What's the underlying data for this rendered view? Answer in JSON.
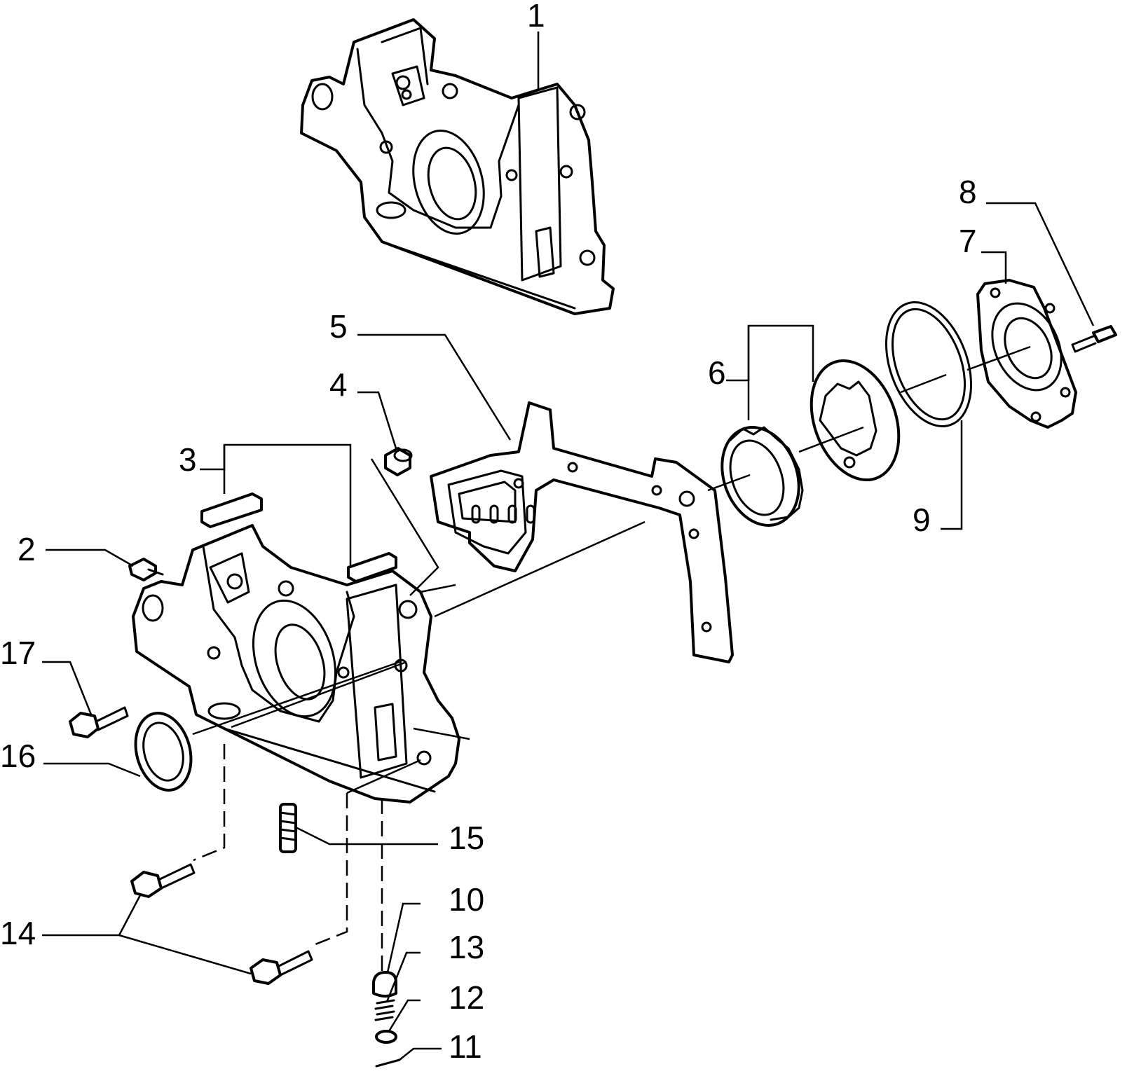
{
  "callouts": [
    {
      "id": "callout-1",
      "text": "1"
    },
    {
      "id": "callout-2",
      "text": "2"
    },
    {
      "id": "callout-3",
      "text": "3"
    },
    {
      "id": "callout-4",
      "text": "4"
    },
    {
      "id": "callout-5",
      "text": "5"
    },
    {
      "id": "callout-6",
      "text": "6"
    },
    {
      "id": "callout-7",
      "text": "7"
    },
    {
      "id": "callout-8",
      "text": "8"
    },
    {
      "id": "callout-9",
      "text": "9"
    },
    {
      "id": "callout-10",
      "text": "10"
    },
    {
      "id": "callout-11",
      "text": "11"
    },
    {
      "id": "callout-12",
      "text": "12"
    },
    {
      "id": "callout-13",
      "text": "13"
    },
    {
      "id": "callout-14",
      "text": "14"
    },
    {
      "id": "callout-15",
      "text": "15"
    },
    {
      "id": "callout-16",
      "text": "16"
    },
    {
      "id": "callout-17",
      "text": "17"
    }
  ],
  "colors": {
    "ink": "#000000",
    "paper": "#ffffff"
  }
}
